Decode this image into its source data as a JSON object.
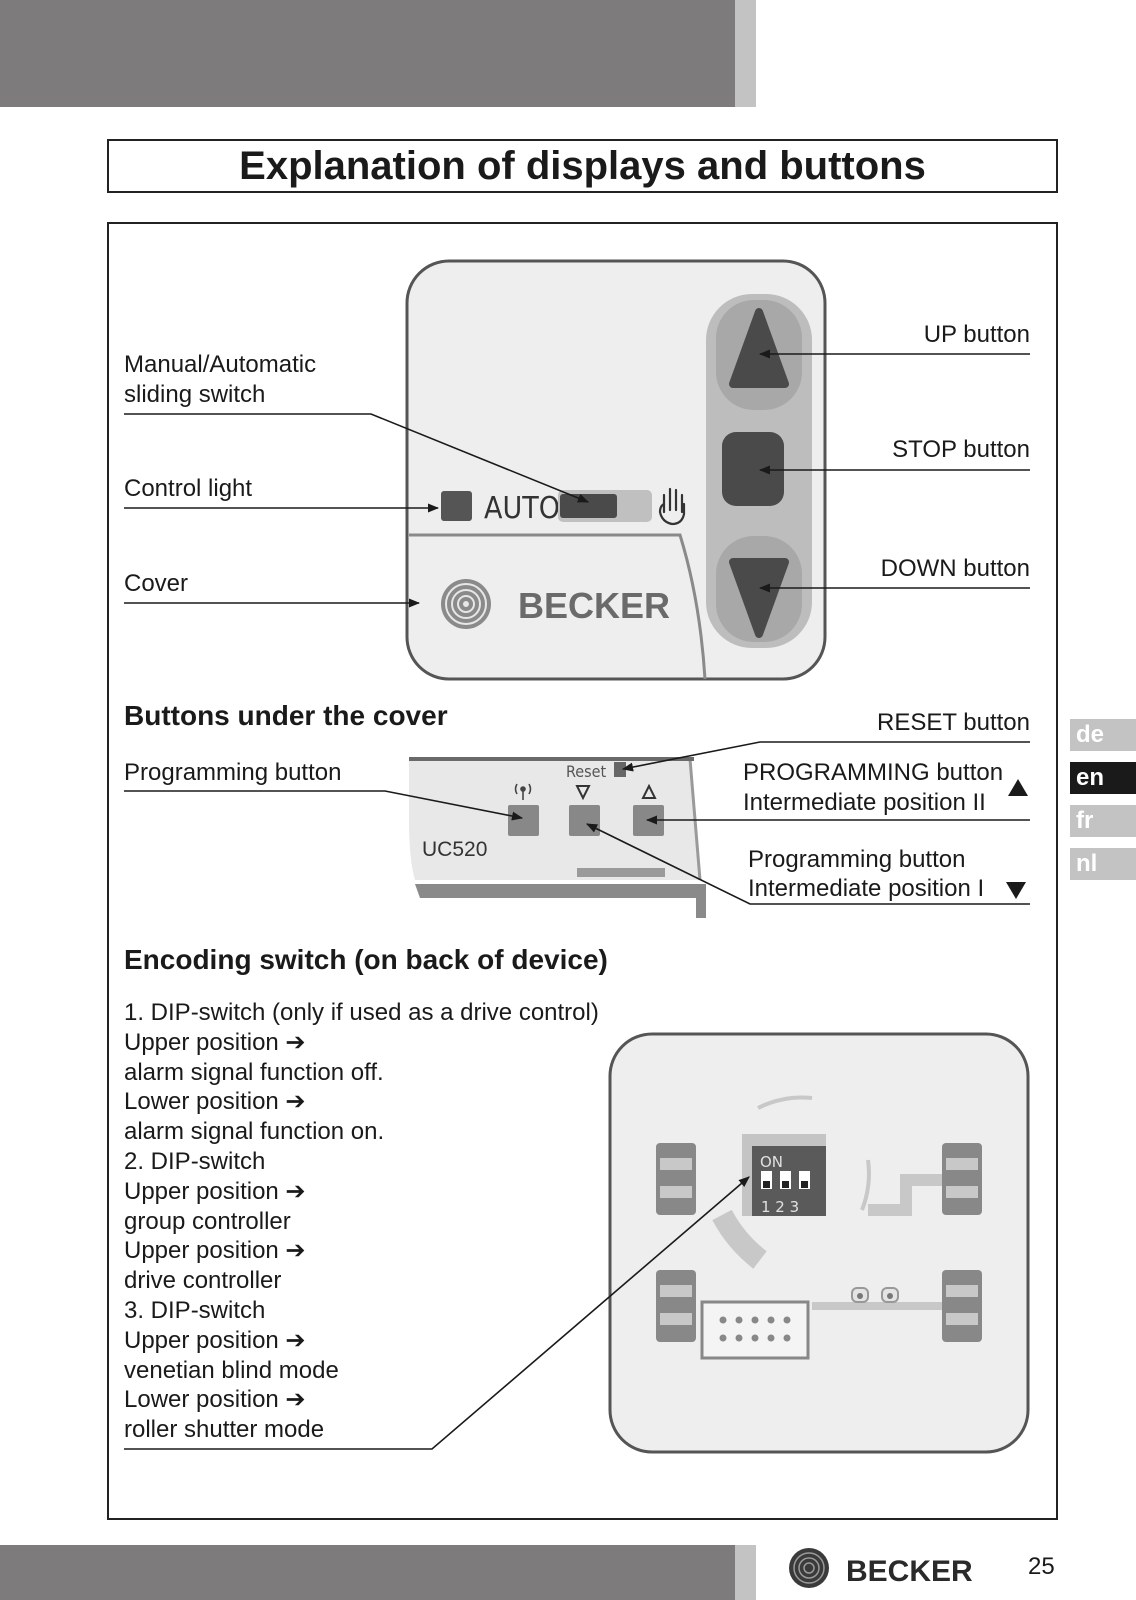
{
  "title": "Explanation of displays and buttons",
  "device": {
    "auto_label": "AUTO",
    "brand": "BECKER"
  },
  "labels": {
    "manual_auto_line1": "Manual/Automatic",
    "manual_auto_line2": "sliding switch",
    "control_light": "Control light",
    "cover": "Cover",
    "up_button": "UP button",
    "stop_button": "STOP button",
    "down_button": "DOWN button"
  },
  "under_cover": {
    "heading": "Buttons under the cover",
    "programming_button": "Programming button",
    "reset_button": "RESET button",
    "prog_ii_line1": "PROGRAMMING button",
    "prog_ii_line2": "Intermediate position II",
    "prog_i_line1": "Programming button",
    "prog_i_line2": "Intermediate position I",
    "panel_reset": "Reset",
    "panel_model": "UC520"
  },
  "encoding": {
    "heading": "Encoding switch (on back of device)",
    "lines": [
      "1. DIP-switch (only if used as a drive control)",
      "Upper position ➔",
      "alarm signal function off.",
      "Lower position ➔",
      "alarm signal function on.",
      "2. DIP-switch",
      "Upper position ➔",
      "group controller",
      "Upper position ➔",
      "drive controller",
      "3. DIP-switch",
      "Upper position ➔",
      "venetian blind mode",
      "Lower position ➔",
      "roller shutter mode"
    ],
    "dip_on": "ON",
    "dip_numbers": "1 2 3"
  },
  "languages": [
    {
      "code": "de",
      "active": false
    },
    {
      "code": "en",
      "active": true
    },
    {
      "code": "fr",
      "active": false
    },
    {
      "code": "nl",
      "active": false
    }
  ],
  "footer": {
    "brand": "BECKER",
    "page_number": "25"
  },
  "colors": {
    "bar": "#7d7b7c",
    "lang_inactive": "#c4c3c3",
    "lang_active": "#1a1a1a"
  }
}
